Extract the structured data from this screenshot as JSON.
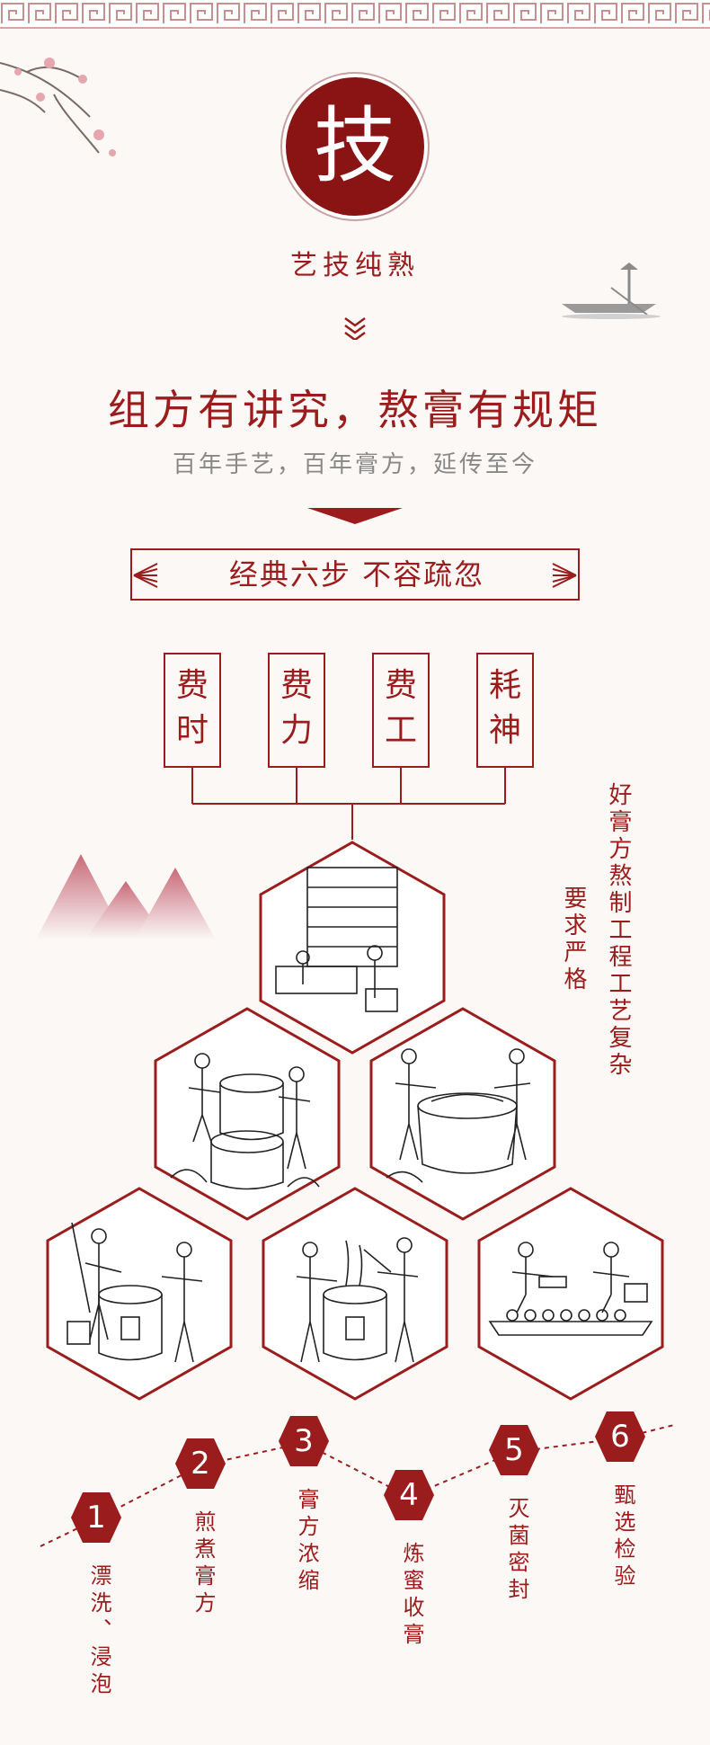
{
  "emblem_char": "技",
  "subtitle": "艺技纯熟",
  "headline": "组方有讲究，熬膏有规矩",
  "subhead": "百年手艺，百年膏方，延传至今",
  "banner": "经典六步 不容疏忽",
  "cost_boxes": [
    {
      "top": "费",
      "bottom": "时"
    },
    {
      "top": "费",
      "bottom": "力"
    },
    {
      "top": "费",
      "bottom": "工"
    },
    {
      "top": "耗",
      "bottom": "神"
    }
  ],
  "side_text_right": "好膏方熬制工程工艺复杂",
  "side_text_left": "要求严格",
  "steps": [
    {
      "num": "1",
      "label": "漂洗、浸泡"
    },
    {
      "num": "2",
      "label": "煎煮膏方"
    },
    {
      "num": "3",
      "label": "膏方浓缩"
    },
    {
      "num": "4",
      "label": "炼蜜收膏"
    },
    {
      "num": "5",
      "label": "灭菌密封"
    },
    {
      "num": "6",
      "label": "甄选检验"
    }
  ],
  "colors": {
    "accent": "#9b1c1c",
    "dark": "#8a1414",
    "grey": "#888888"
  }
}
